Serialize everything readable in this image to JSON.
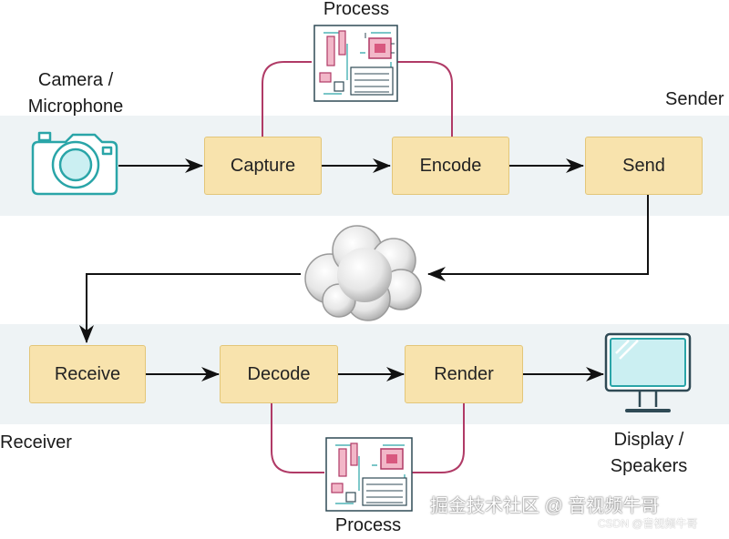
{
  "sender": {
    "label": "Sender",
    "source_label": "Camera / Microphone",
    "process_label": "Process",
    "steps": [
      "Capture",
      "Encode",
      "Send"
    ]
  },
  "receiver": {
    "label": "Receiver",
    "process_label": "Process",
    "steps": [
      "Receive",
      "Decode",
      "Render"
    ],
    "output_label": "Display / Speakers"
  },
  "watermark": {
    "main": "掘金技术社区 @ 音视频牛哥",
    "sub": "CSDN @音视频牛哥"
  },
  "colors": {
    "band": "#eef3f5",
    "box_fill": "#f8e3ad",
    "box_border": "#e3c679",
    "process_link": "#b03a66",
    "icon_teal": "#2aa5a8",
    "chip_pink": "#d8587f"
  },
  "icons": [
    "camera-icon",
    "circuit-board-icon",
    "cloud-icon",
    "monitor-icon"
  ]
}
